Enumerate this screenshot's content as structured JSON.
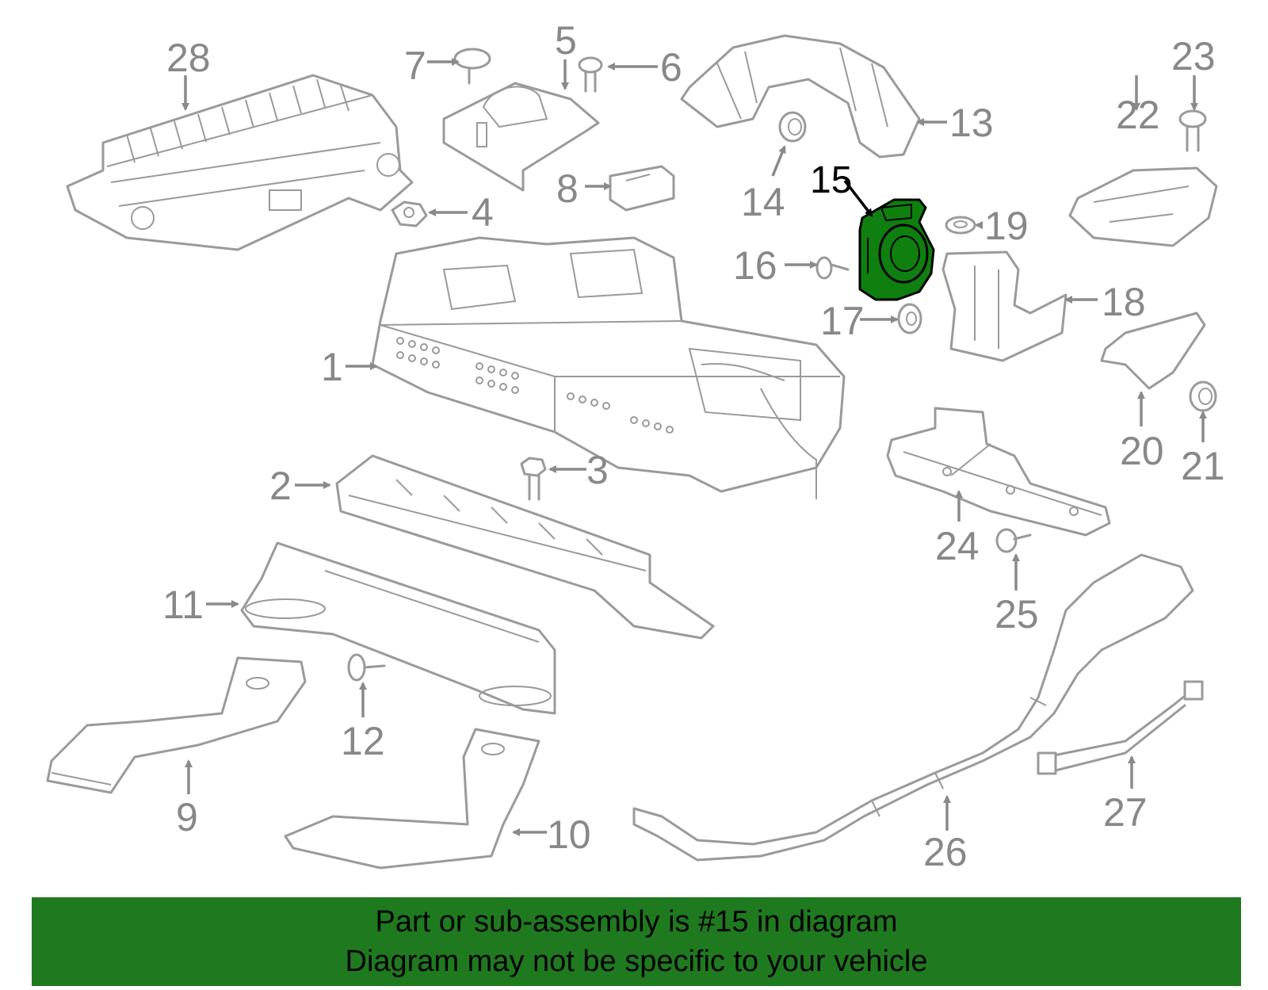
{
  "callouts": {
    "c1": "1",
    "c2": "2",
    "c3": "3",
    "c4": "4",
    "c5": "5",
    "c6": "6",
    "c7": "7",
    "c8": "8",
    "c9": "9",
    "c10": "10",
    "c11": "11",
    "c12": "12",
    "c13": "13",
    "c14": "14",
    "c15": "15",
    "c16": "16",
    "c17": "17",
    "c18": "18",
    "c19": "19",
    "c20": "20",
    "c21": "21",
    "c22": "22",
    "c23": "23",
    "c24": "24",
    "c25": "25",
    "c26": "26",
    "c27": "27",
    "c28": "28"
  },
  "highlight": {
    "part": "15",
    "color": "#0f7f0f"
  },
  "banner": {
    "line1": "Part or sub-assembly is #15 in diagram",
    "line2": "Diagram may not be specific to your vehicle",
    "color": "#1f7a1f"
  }
}
